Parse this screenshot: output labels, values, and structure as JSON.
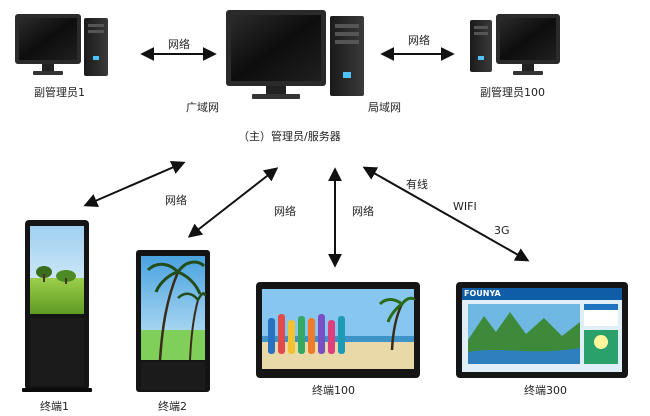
{
  "computers": {
    "sub_admin_1": "副管理员1",
    "sub_admin_100": "副管理员100",
    "main_server": "（主）管理员/服务器"
  },
  "links": {
    "network_left": "网络",
    "network_right": "网络",
    "wan": "广域网",
    "lan": "局域网",
    "to_t1": "网络",
    "to_t2": "网络",
    "to_t100": "网络",
    "wired": "有线",
    "wifi": "WIFI",
    "g3": "3G"
  },
  "terminals": {
    "t1": "终端1",
    "t2": "终端2",
    "t100": "终端100",
    "t300": "终端300"
  },
  "screen_text": {
    "brand": "FOUNYA"
  }
}
